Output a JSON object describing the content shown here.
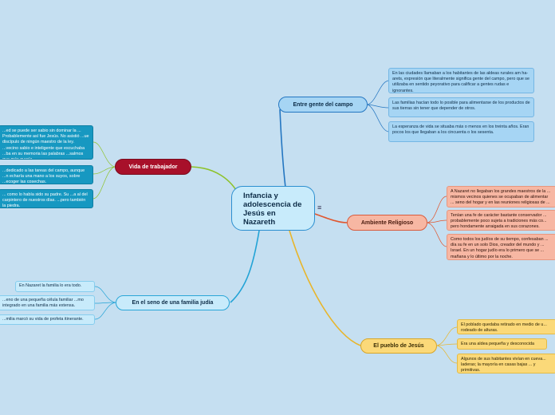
{
  "central": {
    "title": "Infancia y adolescencia de Jesús en Nazareth"
  },
  "menu_icon": "≡",
  "branches": {
    "entre_gente": {
      "label": "Entre gente del campo",
      "items": [
        "En las ciudades llamaban a los habitantes de las aldeas rurales am ha-arets, expresión que literalmente significa gente del campo, pero que se utilizaba en sentido peyorativo para calificar a gentes rudas e ignorantes.",
        "Las familias hacían todo lo posible para alimentarse de los productos de sus tierras sin tener que depender de otros.",
        "La esperanza de vida se situaba más o menos en los treinta años. Eran pocos los que llegaban a los cincuenta o los sesenta."
      ]
    },
    "vida_trabajador": {
      "label": "Vida de trabajador",
      "items": [
        "...ed se puede ser sabio sin dominar la ... Probablemente así fue Jesús. No asistió ...ue discípulo de ningún maestro de la ley. ...vecino sabio e inteligente que escuchaba ...ba en su memoria las palabras ...salmos que más quería.",
        "...dedicado a las tareas del campo, aunque ...n echaría una mano a los suyos, sobre ...ecoger las cosechas.",
        "... como lo había sido su padre. Su ...a al del carpintero de nuestros días. ...pero también la piedra."
      ]
    },
    "ambiente_religioso": {
      "label": "Ambiente Religioso",
      "items": [
        "A Nazaret no llegaban los grandes maestros de la ... mismos vecinos quienes se ocupaban de alimentar ... seno del hogar y en las reuniones religiosas de ...",
        "Tenían una fe de carácter bastante conservador ... probablemente poco sujeta a tradiciones más co... pero hondamente arraigada en sus corazones.",
        "Como todos los judíos de su tiempo, confesaban ... día su fe en un solo Dios, creador del mundo y ... Israel. En un hogar judío era lo primero que se ... mañana y lo último por la noche."
      ]
    },
    "seno_familia": {
      "label": "En el seno de una familia judía",
      "items": [
        "En Nazaret la familia lo era todo.",
        "...eno de una pequeña célula familiar ...mo integrado en una familia más extensa.",
        "...milia marcó su vida de profeta itinerante."
      ]
    },
    "pueblo_jesus": {
      "label": "El pueblo de Jesús",
      "items": [
        "El poblado quedaba retirado en medio de u... rodeado de alturas.",
        "Era una aldea pequeña y desconocida",
        "Algunos de sus habitantes vivían en cueva... laderas; la mayoría en casas bajas ... y primitivas."
      ]
    }
  },
  "colors": {
    "background": "#c5dff1",
    "entre_gente": "#2476c1",
    "vida_trabajador": "#8dc22a",
    "ambiente_religioso": "#e0562f",
    "seno_familia": "#22a3d6",
    "pueblo_jesus": "#e8b52a"
  }
}
